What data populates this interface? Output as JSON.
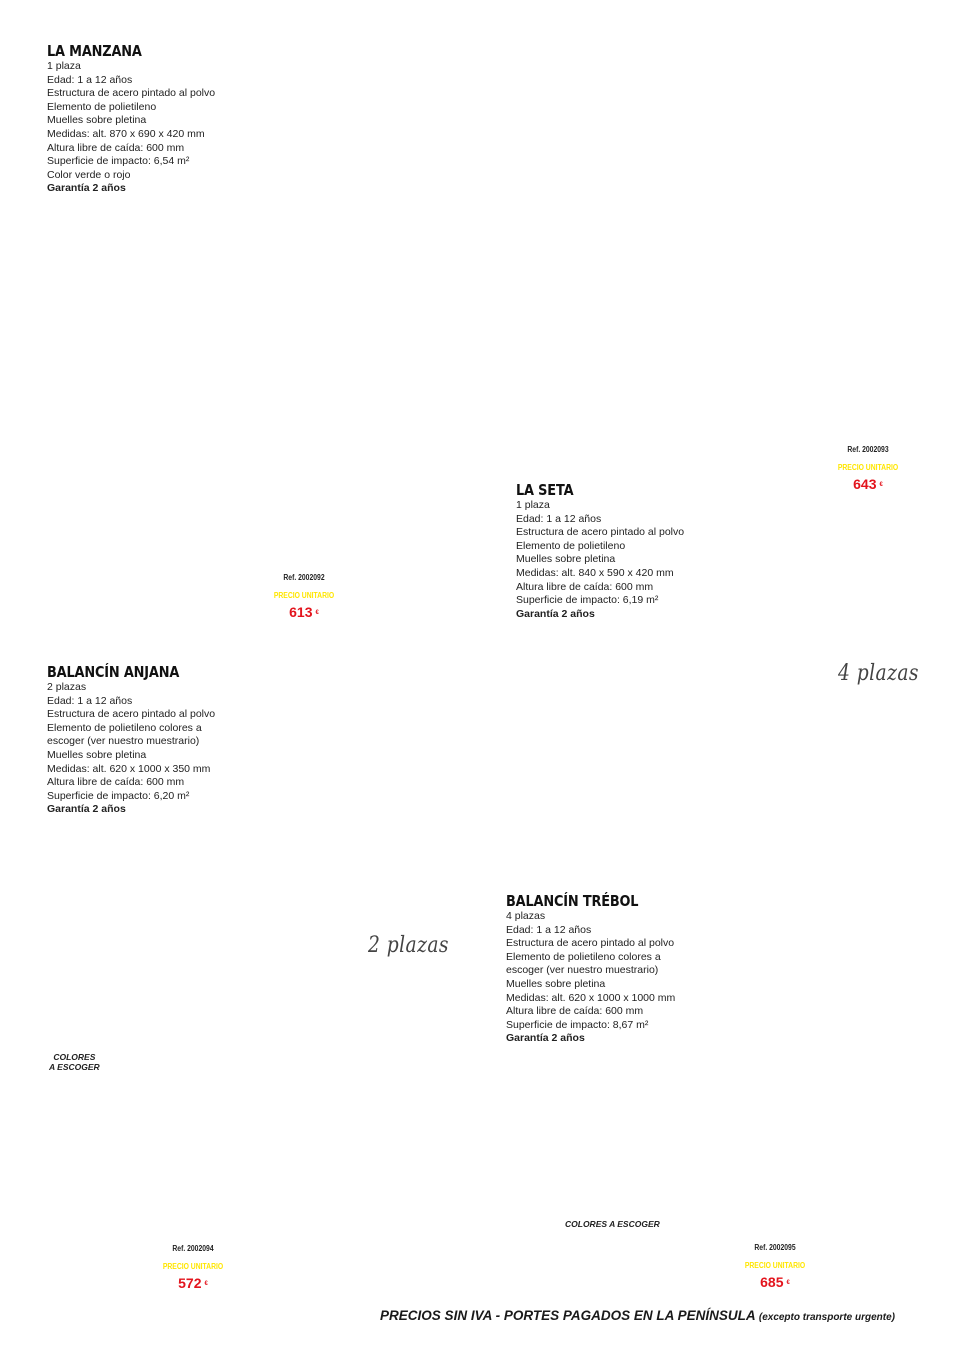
{
  "products": [
    {
      "title": "LA MANZANA",
      "lines": [
        "1 plaza",
        "Edad: 1 a 12 años",
        "Estructura de acero pintado al polvo",
        "Elemento de polietileno",
        "Muelles sobre pletina",
        "Medidas: alt. 870 x 690 x 420 mm",
        "Altura libre de caída: 600 mm",
        "Superficie de impacto: 6,54 m²",
        "Color verde o rojo"
      ],
      "warranty": "Garantía 2 años",
      "ref": "Ref. 2002092",
      "unit_label": "PRECIO UNITARIO",
      "price": "613",
      "currency": "€"
    },
    {
      "title": "LA SETA",
      "lines": [
        "1 plaza",
        "Edad: 1 a 12 años",
        "Estructura de acero pintado al polvo",
        "Elemento de polietileno",
        "Muelles sobre pletina",
        "Medidas: alt. 840 x 590 x 420 mm",
        "Altura libre de caída: 600 mm",
        "Superficie de impacto: 6,19 m²"
      ],
      "warranty": "Garantía 2 años",
      "ref": "Ref. 2002093",
      "unit_label": "PRECIO UNITARIO",
      "price": "643",
      "currency": "€"
    },
    {
      "title": "BALANCÍN ANJANA",
      "lines": [
        "2 plazas",
        "Edad: 1 a 12 años",
        "Estructura de acero pintado al polvo",
        "Elemento de polietileno colores a",
        "escoger (ver nuestro muestrario)",
        "Muelles sobre pletina",
        "Medidas: alt. 620 x 1000 x 350 mm",
        "Altura libre de caída: 600 mm",
        "Superficie de impacto: 6,20 m²"
      ],
      "warranty": "Garantía 2 años",
      "ref": "Ref. 2002094",
      "unit_label": "PRECIO UNITARIO",
      "price": "572",
      "currency": "€"
    },
    {
      "title": "BALANCÍN TRÉBOL",
      "lines": [
        "4 plazas",
        "Edad: 1 a 12 años",
        "Estructura de acero pintado al polvo",
        "Elemento de polietileno colores a",
        "escoger (ver nuestro muestrario)",
        "Muelles sobre pletina",
        "Medidas: alt. 620 x 1000 x 1000 mm",
        "Altura libre de caída: 600 mm",
        "Superficie de impacto: 8,67 m²"
      ],
      "warranty": "Garantía 2 años",
      "ref": "Ref. 2002095",
      "unit_label": "PRECIO UNITARIO",
      "price": "685",
      "currency": "€"
    }
  ],
  "annotations": {
    "four_seats": "4 plazas",
    "two_seats": "2 plazas",
    "colors_left_line1": "COLORES",
    "colors_left_line2": "A ESCOGER",
    "colors_right": "COLORES A ESCOGER"
  },
  "footer": {
    "main": "PRECIOS SIN IVA - PORTES PAGADOS EN LA PENÍNSULA",
    "sub": "(excepto transporte urgente)"
  },
  "colors": {
    "price_red": "#e3141d",
    "unit_label_yellow": "#ffe600"
  }
}
